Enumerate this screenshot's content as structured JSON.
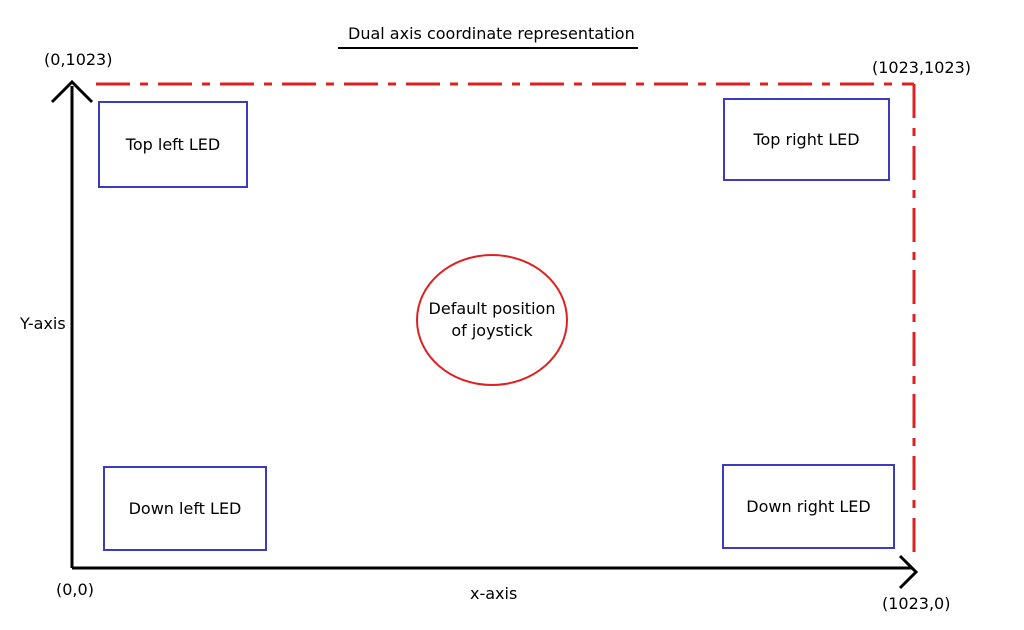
{
  "title": "Dual axis coordinate representation",
  "axes": {
    "y_label": "Y-axis",
    "x_label": "x-axis",
    "origin": "(0,0)",
    "top_left": "(0,1023)",
    "top_right": "(1023,1023)",
    "bottom_right": "(1023,0)"
  },
  "leds": {
    "top_left": "Top left LED",
    "top_right": "Top right LED",
    "down_left": "Down left LED",
    "down_right": "Down right LED"
  },
  "joystick": {
    "line1": "Default position",
    "line2": "of joystick"
  },
  "colors": {
    "box_border": "#3b3bbf",
    "boundary": "#e02020",
    "axis": "#000000"
  }
}
